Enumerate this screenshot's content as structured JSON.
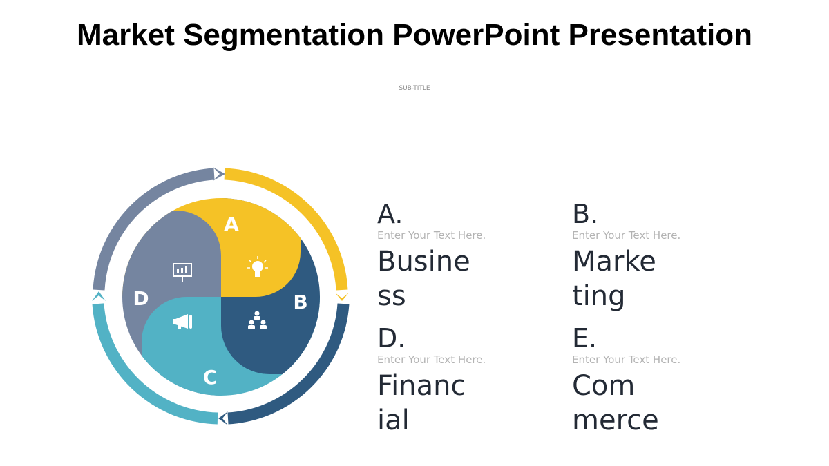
{
  "slide": {
    "title": "Market Segmentation PowerPoint Presentation",
    "subtitle": "SUB-TITLE"
  },
  "diagram": {
    "segments": [
      {
        "letter": "A",
        "color": "#f5c226",
        "icon": "lightbulb-icon"
      },
      {
        "letter": "B",
        "color": "#2f5a80",
        "icon": "team-hierarchy-icon"
      },
      {
        "letter": "C",
        "color": "#52b2c5",
        "icon": "megaphone-icon"
      },
      {
        "letter": "D",
        "color": "#7585a0",
        "icon": "presentation-chart-icon"
      }
    ]
  },
  "items": [
    {
      "letter": "A.",
      "description": "Enter Your Text Here.",
      "name_lines": [
        "Busine",
        "ss"
      ]
    },
    {
      "letter": "B.",
      "description": "Enter Your Text Here.",
      "name_lines": [
        "Marke",
        "ting"
      ]
    },
    {
      "letter": "D.",
      "description": "Enter Your Text Here.",
      "name_lines": [
        "Financ",
        "ial"
      ]
    },
    {
      "letter": "E.",
      "description": "Enter Your Text Here.",
      "name_lines": [
        "Com",
        "merce"
      ]
    }
  ]
}
